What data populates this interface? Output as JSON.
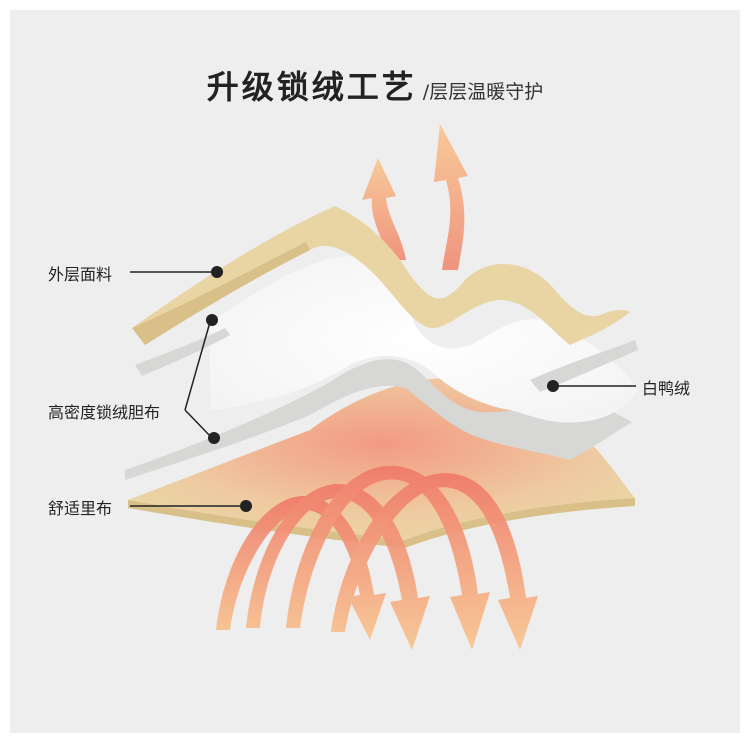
{
  "title": {
    "main": "升级锁绒工艺",
    "sub": "/层层温暖守护"
  },
  "labels": {
    "outer_fabric": "外层面料",
    "high_density_fabric": "高密度锁绒胆布",
    "lining": "舒适里布",
    "white_duck_down": "白鸭绒"
  },
  "colors": {
    "background": "#eeeeee",
    "fabric": "#e9d4a4",
    "fabric_dark": "#d9bf88",
    "membrane": "#d7d7d5",
    "down": "#ffffff",
    "heat_warm": "#f0896f",
    "heat_light": "#f7c48c"
  }
}
